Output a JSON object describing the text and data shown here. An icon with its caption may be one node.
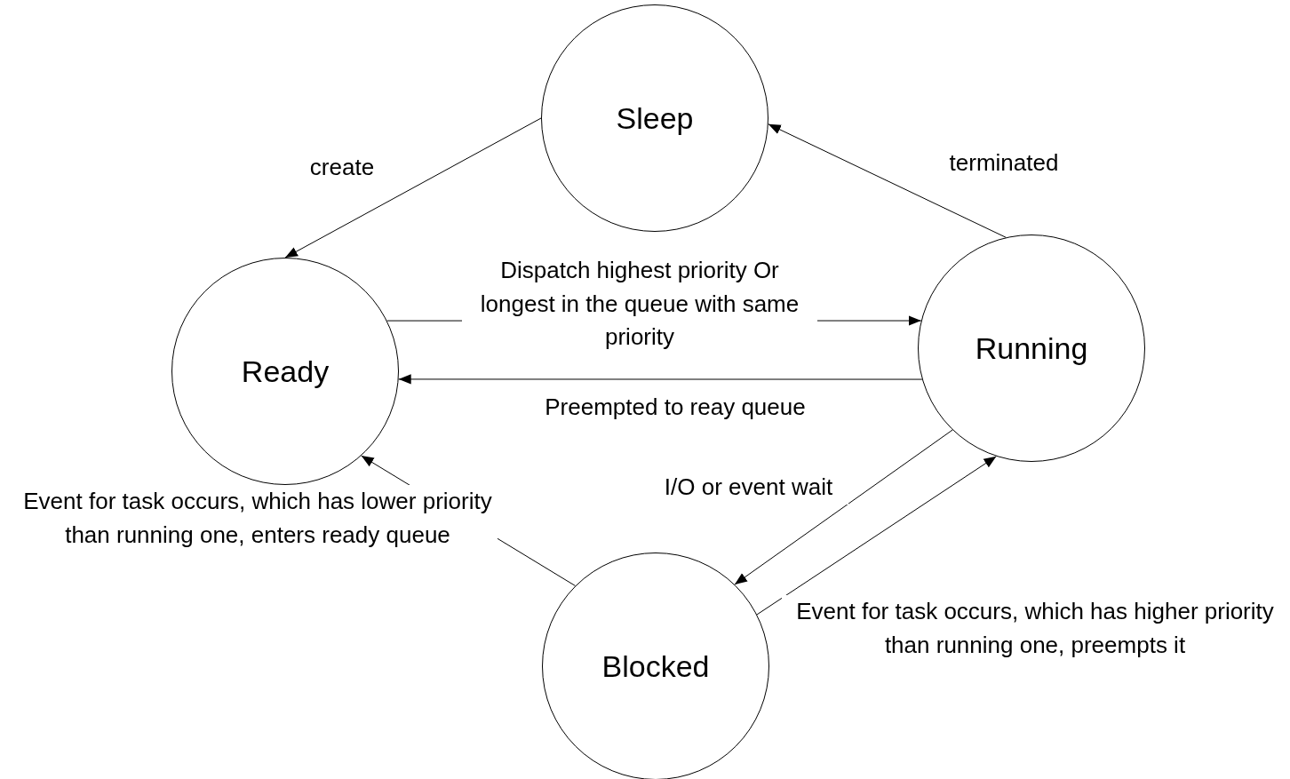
{
  "diagram": {
    "nodes": [
      {
        "text": [
          "Sleep"
        ]
      },
      {
        "text": [
          "Ready"
        ]
      },
      {
        "text": [
          "Running"
        ]
      },
      {
        "text": [
          "Blocked"
        ]
      }
    ],
    "edges": [
      {
        "from": 0,
        "to": 1,
        "arrow": "to",
        "label": "create"
      },
      {
        "from": 2,
        "to": 0,
        "arrow": "to",
        "label": "terminated"
      },
      {
        "from": 1,
        "to": 2,
        "arrow": "to",
        "label": "Dispatch highest priority Or longest in the queue with same priority"
      },
      {
        "from": 2,
        "to": 1,
        "arrow": "to",
        "label": "Preempted to reay queue"
      },
      {
        "from": 3,
        "to": 1,
        "arrow": "to",
        "label": "Event for task occurs, which has lower priority than running one, enters ready queue"
      },
      {
        "from": 2,
        "to": 3,
        "arrow": "to",
        "label": "I/O or event wait"
      },
      {
        "from": 3,
        "to": 2,
        "arrow": "to",
        "label": "Event for task occurs, which has higher priority than running one, preempts it"
      }
    ]
  }
}
